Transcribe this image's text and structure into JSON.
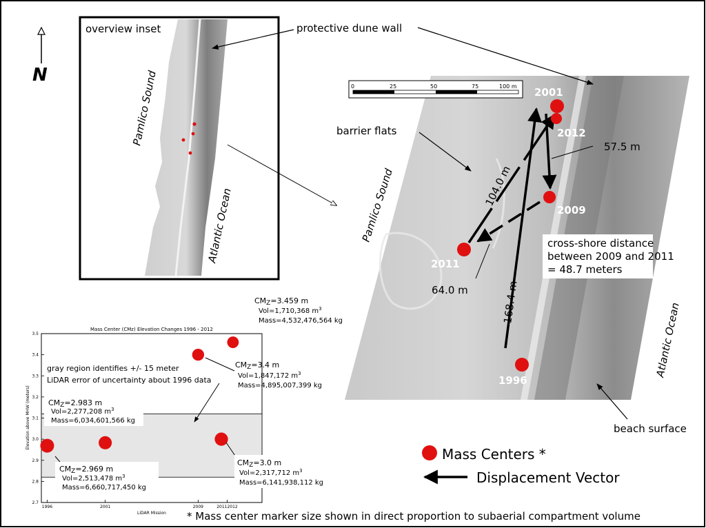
{
  "north": {
    "letter": "N"
  },
  "inset": {
    "title": "overview inset",
    "sound": "Pamlico Sound",
    "ocean": "Atlantic Ocean"
  },
  "labels": {
    "dune_wall": "protective dune wall",
    "barrier_flats": "barrier flats",
    "beach_surface": "beach surface",
    "sound": "Pamlico Sound",
    "ocean": "Atlantic Ocean",
    "cross_shore": [
      "cross-shore distance",
      "between 2009 and 2011",
      "= 48.7 meters"
    ]
  },
  "scale_bar": {
    "ticks": [
      "0",
      "25",
      "50",
      "75",
      "100 m"
    ]
  },
  "mass_centers": [
    {
      "year": "2001"
    },
    {
      "year": "2012"
    },
    {
      "year": "2009"
    },
    {
      "year": "2011"
    },
    {
      "year": "1996"
    }
  ],
  "distances": {
    "d1": "104.0 m",
    "d2": "57.5 m",
    "d3": "64.0 m",
    "d4": "168.4 m"
  },
  "legend": {
    "mass_centers": "Mass Centers *",
    "displacement": "Displacement Vector",
    "footnote": "* Mass center marker size shown in direct proportion to subaerial compartment volume",
    "colors": {
      "marker": "#e01010",
      "arrow": "#000000"
    }
  },
  "chart_data": {
    "type": "scatter",
    "title": "Mass Center (CMz) Elevation Changes 1996 - 2012",
    "xlabel": "LiDAR Mission",
    "ylabel": "Elevation above MHW (meters)",
    "x_ticks": [
      "1996",
      "2001",
      "2009",
      "20112012"
    ],
    "y_ticks": [
      "2.7",
      "2.8",
      "2.9",
      "3.0",
      "3.1",
      "3.2",
      "3.3",
      "3.4",
      "3.5"
    ],
    "ylim": [
      2.7,
      3.5
    ],
    "xlim": [
      1995.5,
      2014.5
    ],
    "gray_band": [
      2.82,
      3.12
    ],
    "note": [
      "gray region identifies +/- 15 meter",
      "LiDAR error of uncertainty about 1996 data"
    ],
    "points": [
      {
        "year": 1996,
        "cmz": 2.969,
        "vol": 2513478,
        "mass": 6660717450
      },
      {
        "year": 2001,
        "cmz": 2.983,
        "vol": 2277208,
        "mass": 6034601566
      },
      {
        "year": 2009,
        "cmz": 3.4,
        "vol": 1847172,
        "mass": 4895007399
      },
      {
        "year": 2011,
        "cmz": 3.0,
        "vol": 2317712,
        "mass": 6141938112
      },
      {
        "year": 2012,
        "cmz": 3.459,
        "vol": 1710368,
        "mass": 4532476564
      }
    ],
    "annotations": [
      {
        "cmz": "2.969 m",
        "vol": "Vol=2,513,478 m",
        "mass": "Mass=6,660,717,450 kg"
      },
      {
        "cmz": "2.983 m",
        "vol": "Vol=2,277,208 m",
        "mass": "Mass=6,034,601,566 kg"
      },
      {
        "cmz": "3.4 m",
        "vol": "Vol=1,847,172 m",
        "mass": "Mass=4,895,007,399 kg"
      },
      {
        "cmz": "3.0 m",
        "vol": "Vol=2,317,712 m",
        "mass": "Mass=6,141,938,112 kg"
      },
      {
        "cmz": "3.459 m",
        "vol": "Vol=1,710,368 m",
        "mass": "Mass=4,532,476,564 kg"
      }
    ],
    "colors": {
      "points": "#e01010",
      "band": "#e6e6e6"
    }
  }
}
